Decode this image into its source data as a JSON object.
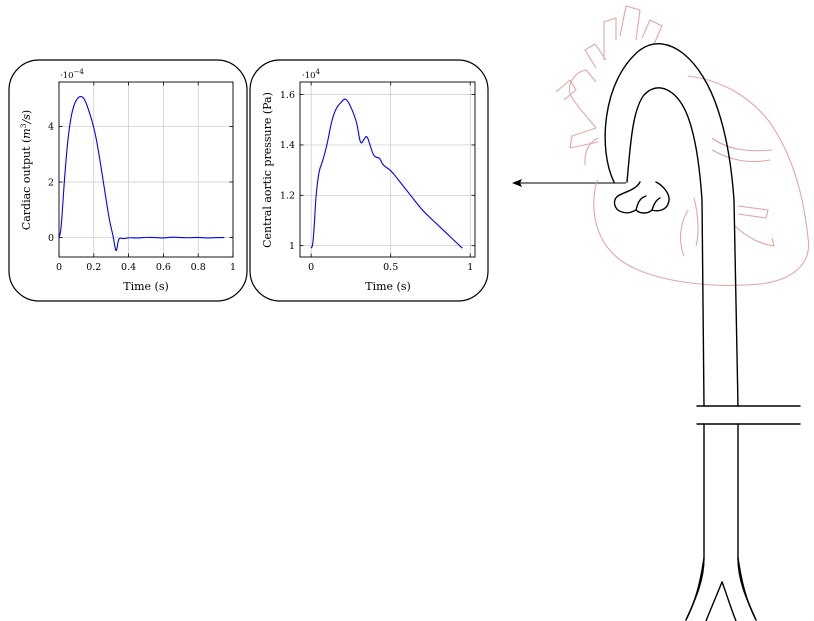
{
  "chart_data": [
    {
      "type": "line",
      "title": "",
      "xlabel": "Time (s)",
      "ylabel_text": "Cardiac output",
      "ylabel_unit_num": "m",
      "ylabel_unit_sup": "3",
      "ylabel_unit_den": "/s",
      "multiplier_base": "·10",
      "multiplier_exp": "−4",
      "xlim": [
        0,
        1
      ],
      "ylim": [
        -0.7,
        5.6
      ],
      "x_ticks": [
        0,
        0.2,
        0.4,
        0.6,
        0.8,
        1
      ],
      "x_tick_labels": [
        "0",
        "0.2",
        "0.4",
        "0.6",
        "0.8",
        "1"
      ],
      "y_ticks": [
        0,
        2,
        4
      ],
      "y_tick_labels": [
        "0",
        "2",
        "4"
      ],
      "grid": true,
      "series_color": "#0000ff",
      "series": [
        {
          "x": [
            0,
            0.01,
            0.02,
            0.03,
            0.05,
            0.07,
            0.09,
            0.11,
            0.13,
            0.15,
            0.17,
            0.19,
            0.21,
            0.23,
            0.25,
            0.27,
            0.29,
            0.31,
            0.32,
            0.33,
            0.34,
            0.35,
            0.37,
            0.4,
            0.45,
            0.5,
            0.55,
            0.6,
            0.65,
            0.7,
            0.75,
            0.8,
            0.85,
            0.9,
            0.95
          ],
          "y": [
            0,
            0.2,
            1.0,
            2.0,
            3.5,
            4.4,
            4.85,
            5.05,
            5.1,
            4.95,
            4.6,
            4.2,
            3.7,
            3.0,
            2.2,
            1.4,
            0.6,
            0.1,
            -0.3,
            -0.55,
            -0.1,
            0.0,
            -0.05,
            0.0,
            -0.02,
            0.01,
            0.0,
            -0.02,
            0.02,
            0.0,
            -0.01,
            0.01,
            -0.02,
            0.0,
            0.0
          ]
        }
      ]
    },
    {
      "type": "line",
      "title": "",
      "xlabel": "Time (s)",
      "ylabel": "Central aortic pressure (Pa)",
      "multiplier_base": "·10",
      "multiplier_exp": "4",
      "xlim": [
        -0.07,
        1.03
      ],
      "ylim": [
        0.955,
        1.65
      ],
      "x_ticks": [
        0,
        0.5,
        1
      ],
      "x_tick_labels": [
        "0",
        "0.5",
        "1"
      ],
      "y_ticks": [
        1.0,
        1.2,
        1.4,
        1.6
      ],
      "y_tick_labels": [
        "1",
        "1.2",
        "1.4",
        "1.6"
      ],
      "grid": true,
      "series_color": "#0000ff",
      "series": [
        {
          "x": [
            0,
            0.01,
            0.02,
            0.03,
            0.05,
            0.07,
            0.1,
            0.13,
            0.16,
            0.19,
            0.21,
            0.23,
            0.25,
            0.27,
            0.29,
            0.31,
            0.33,
            0.35,
            0.37,
            0.39,
            0.41,
            0.43,
            0.45,
            0.5,
            0.55,
            0.6,
            0.65,
            0.7,
            0.75,
            0.8,
            0.85,
            0.9,
            0.95
          ],
          "y": [
            0.99,
            1.0,
            1.08,
            1.2,
            1.3,
            1.33,
            1.4,
            1.5,
            1.55,
            1.57,
            1.585,
            1.575,
            1.55,
            1.52,
            1.48,
            1.4,
            1.42,
            1.44,
            1.4,
            1.36,
            1.35,
            1.35,
            1.32,
            1.3,
            1.26,
            1.22,
            1.18,
            1.14,
            1.11,
            1.08,
            1.05,
            1.02,
            0.99
          ]
        }
      ]
    }
  ],
  "arrow": {
    "direction": "left"
  },
  "colors": {
    "heart_outline": "#e0a7a7",
    "aorta_outline": "#000000",
    "curve": "#0000ff",
    "grid": "#c8c8c8"
  }
}
